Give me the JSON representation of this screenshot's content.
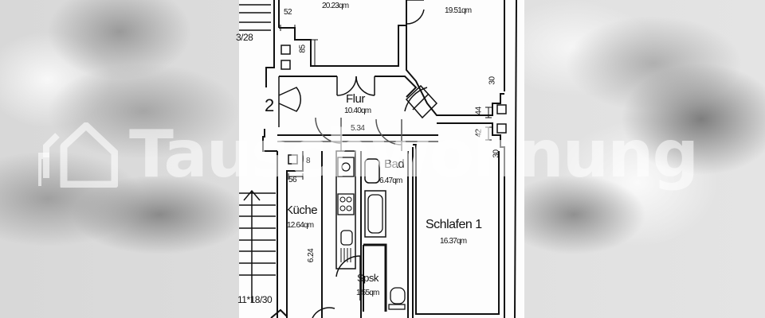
{
  "floor_plan": {
    "unit_number": "2",
    "rooms": [
      {
        "id": "room-top-left",
        "name": "",
        "area": "20.23qm"
      },
      {
        "id": "room-top-right",
        "name": "",
        "area": "19.51qm"
      },
      {
        "id": "flur",
        "name": "Flur",
        "area": "10.40qm",
        "dimension": "5.34"
      },
      {
        "id": "kueche",
        "name": "Küche",
        "area": "12.64qm",
        "dimension": "6.24"
      },
      {
        "id": "bad",
        "name": "Bad",
        "area": "6.47qm"
      },
      {
        "id": "schlafen-1",
        "name": "Schlafen 1",
        "area": "16.37qm"
      },
      {
        "id": "spsk",
        "name": "Spsk",
        "area": "1.55qm"
      }
    ],
    "dimensions": {
      "top_left_width": "52",
      "top_left_depth": "85",
      "right_upper": "30",
      "right_44": "44",
      "right_42": "42",
      "right_lower": "30",
      "kitchen_8": "8",
      "kitchen_56": "56"
    },
    "stair_labels": {
      "upper": "3/28",
      "lower": "11*18/30"
    }
  },
  "watermark": {
    "text": "Tauschwohnung",
    "icon": "house-icon"
  },
  "colors": {
    "line": "#111111",
    "paper": "#fdfdfd",
    "watermark": "#ffffff"
  }
}
